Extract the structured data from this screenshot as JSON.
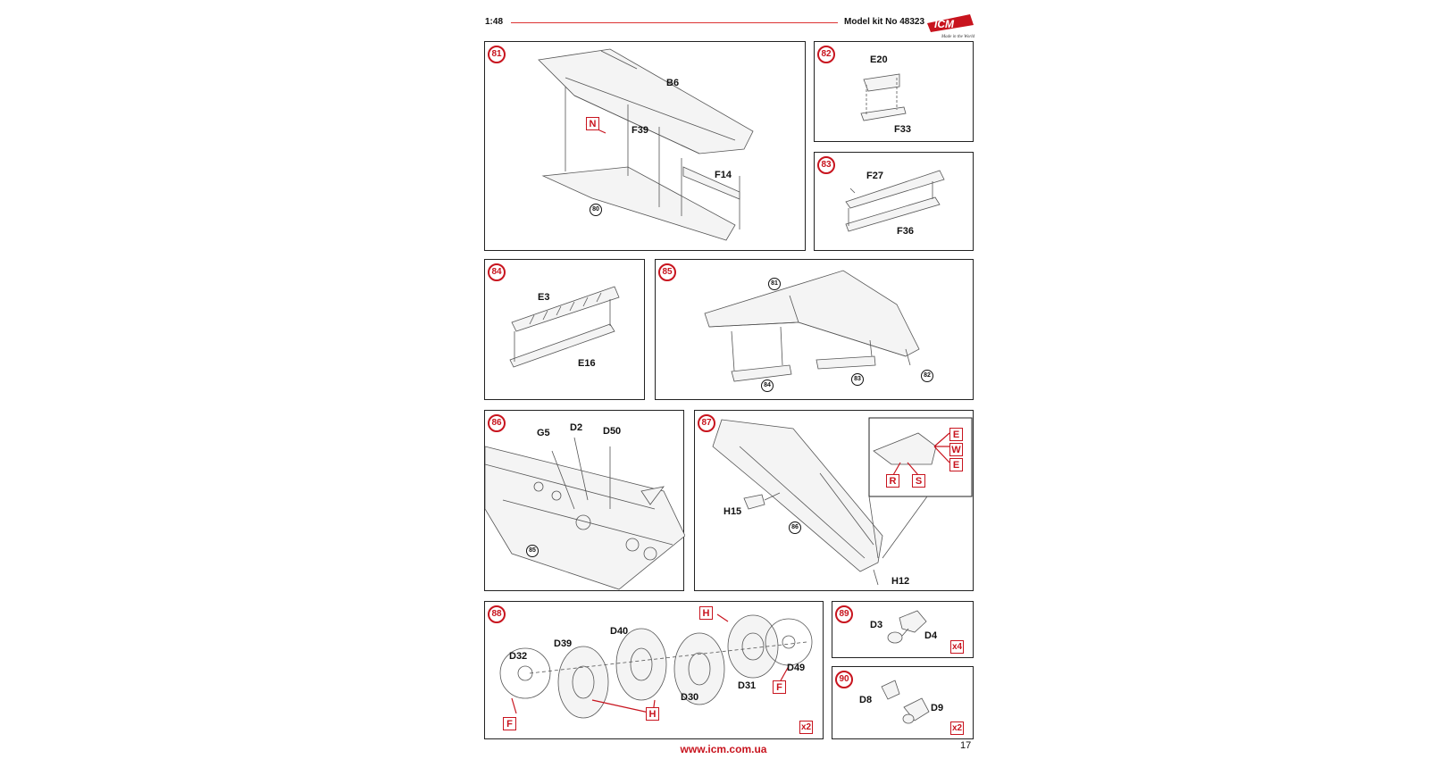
{
  "header": {
    "scale": "1:48",
    "model_kit": "Model kit No 48323"
  },
  "logo": {
    "brand": "ICM",
    "tagline": "Made in the World"
  },
  "accent_color": "#c8141e",
  "steps": {
    "s81": {
      "num": "81",
      "labels": {
        "B6": "B6",
        "N": "N",
        "F39": "F39",
        "F14": "F14"
      },
      "ref": "80"
    },
    "s82": {
      "num": "82",
      "labels": {
        "E20": "E20",
        "F33": "F33"
      }
    },
    "s83": {
      "num": "83",
      "labels": {
        "F27": "F27",
        "F36": "F36"
      }
    },
    "s84": {
      "num": "84",
      "labels": {
        "E3": "E3",
        "E16": "E16"
      }
    },
    "s85": {
      "num": "85",
      "refs": {
        "r81": "81",
        "r84": "84",
        "r83": "83",
        "r82": "82"
      }
    },
    "s86": {
      "num": "86",
      "labels": {
        "G5": "G5",
        "D2": "D2",
        "D50": "D50"
      },
      "ref": "85"
    },
    "s87": {
      "num": "87",
      "labels": {
        "H15": "H15",
        "H12": "H12"
      },
      "ref": "86",
      "boxes": {
        "E1": "E",
        "W": "W",
        "E2": "E",
        "R": "R",
        "S": "S"
      }
    },
    "s88": {
      "num": "88",
      "labels": {
        "D32": "D32",
        "D39": "D39",
        "D40": "D40",
        "D30": "D30",
        "D31": "D31",
        "D49": "D49"
      },
      "boxes": {
        "F1": "F",
        "H1": "H",
        "H2": "H",
        "F2": "F"
      },
      "mult": "x2"
    },
    "s89": {
      "num": "89",
      "labels": {
        "D3": "D3",
        "D4": "D4"
      },
      "mult": "x4"
    },
    "s90": {
      "num": "90",
      "labels": {
        "D8": "D8",
        "D9": "D9"
      },
      "mult": "x2"
    }
  },
  "footer": {
    "url": "www.icm.com.ua",
    "page": "17"
  }
}
